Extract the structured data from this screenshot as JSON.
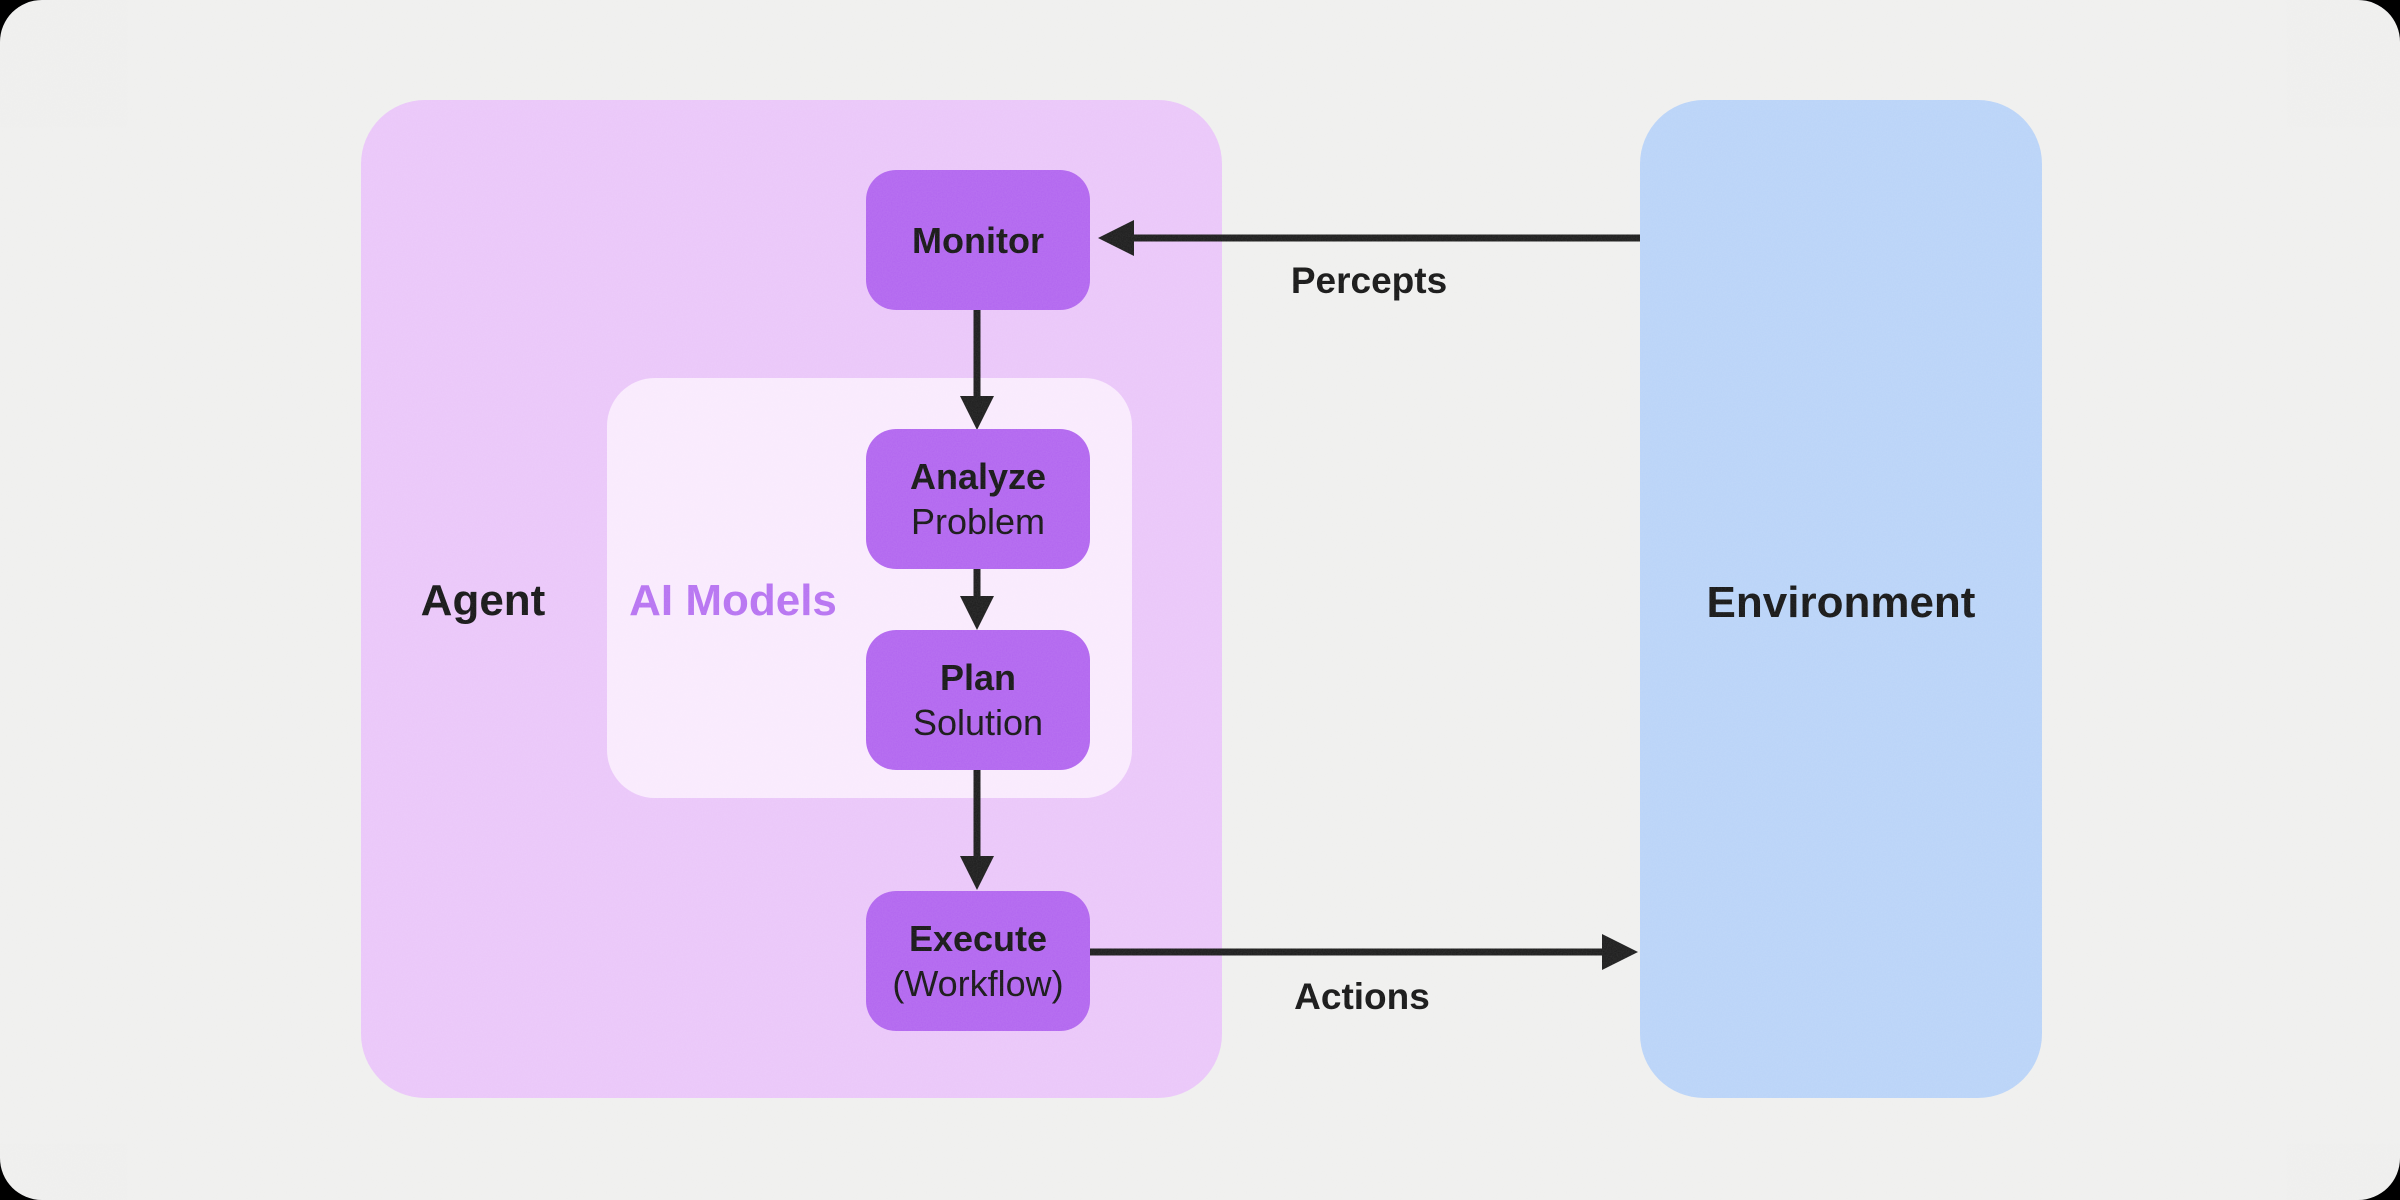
{
  "agent": {
    "label": "Agent",
    "bg_color": "#eac6f9"
  },
  "ai_models": {
    "label": "AI Models",
    "bg_color": "#f9eafd",
    "label_color": "#b671f1"
  },
  "environment": {
    "label": "Environment",
    "bg_color": "#b9d3f8"
  },
  "nodes": [
    {
      "id": "monitor",
      "title": "Monitor",
      "subtitle": ""
    },
    {
      "id": "analyze",
      "title": "Analyze",
      "subtitle": "Problem"
    },
    {
      "id": "plan",
      "title": "Plan",
      "subtitle": "Solution"
    },
    {
      "id": "execute",
      "title": "Execute",
      "subtitle": "(Workflow)"
    }
  ],
  "edges": {
    "percepts_label": "Percepts",
    "actions_label": "Actions"
  },
  "colors": {
    "canvas_bg": "#efefee",
    "node_bg": "#b164ef",
    "arrow": "#1a1a1a",
    "text": "#131313"
  }
}
